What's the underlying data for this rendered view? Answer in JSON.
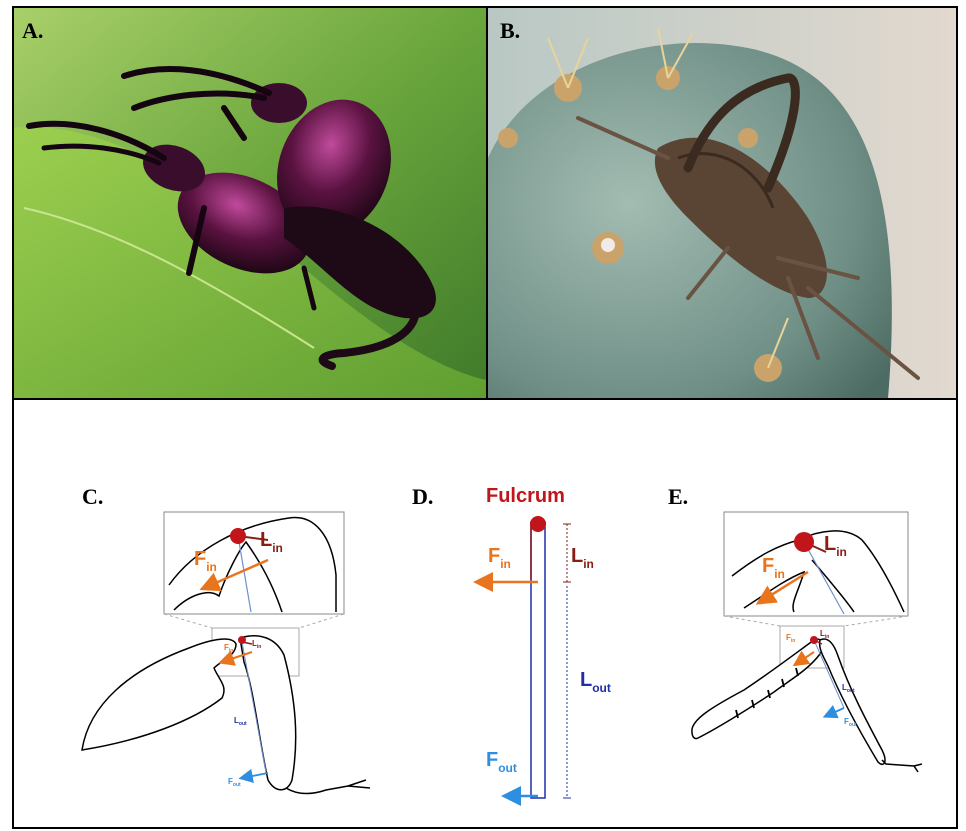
{
  "panels": {
    "a": {
      "letter": "A."
    },
    "b": {
      "letter": "B."
    },
    "c": {
      "letter": "C."
    },
    "d": {
      "letter": "D."
    },
    "e": {
      "letter": "E."
    }
  },
  "labels": {
    "fulcrum": "Fulcrum",
    "f_in_main": "F",
    "f_in_sub": "in",
    "l_in_main": "L",
    "l_in_sub": "in",
    "l_out_main": "L",
    "l_out_sub": "out",
    "f_out_main": "F",
    "f_out_sub": "out"
  },
  "colors": {
    "fulcrum": "#c0151b",
    "force_in": "#e8741e",
    "length_in": "#8a1c14",
    "length_out": "#1f2fa8",
    "force_out": "#2e8fe0",
    "leaf_green": "#7dc24a",
    "cactus": "#7d9e94"
  }
}
